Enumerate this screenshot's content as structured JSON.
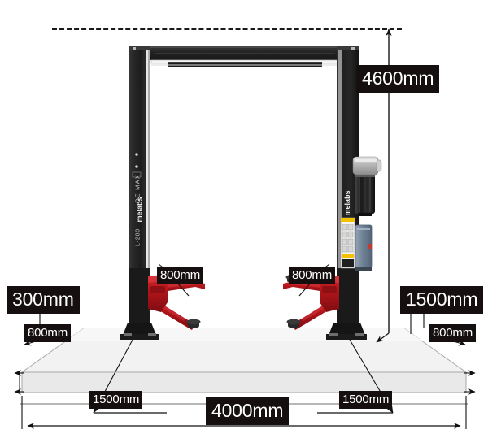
{
  "diagram": {
    "title": "Two-post vehicle lift installation dimension diagram",
    "background_color": "#ffffff",
    "label_background": "#15100f",
    "label_text_color": "#ffffff",
    "line_color": "#1a1a1a",
    "slab_fill": "#efefef",
    "slab_edge": "#9a9a9a",
    "column_color": "#232323",
    "arm_color": "#b4161b"
  },
  "dimensions": {
    "overall_height": {
      "value": "4600mm",
      "name": "overall-height",
      "orientation": "vertical",
      "position": "right of lift, from ceiling line to floor"
    },
    "clearance_left_top": {
      "value": "300mm",
      "name": "left-top-clearance",
      "orientation": "vertical"
    },
    "clearance_right_top": {
      "value": "1500mm",
      "name": "right-top-clearance",
      "orientation": "vertical"
    },
    "arm_left": {
      "value": "800mm",
      "name": "left-arm-reach"
    },
    "arm_right": {
      "value": "800mm",
      "name": "right-arm-reach"
    },
    "slab_left_edge": {
      "value": "800mm",
      "name": "left-slab-edge-distance"
    },
    "slab_right_edge": {
      "value": "800mm",
      "name": "right-slab-edge-distance"
    },
    "slab_bottom_left": {
      "value": "1500mm",
      "name": "bottom-left-span"
    },
    "slab_bottom_right": {
      "value": "1500mm",
      "name": "bottom-right-span"
    },
    "slab_total_width": {
      "value": "4000mm",
      "name": "slab-total-width"
    }
  },
  "equipment": {
    "left_column": {
      "name": "left-post",
      "brand_text": "melabs",
      "model_text": "L-280"
    },
    "right_column": {
      "name": "right-post",
      "brand_text": "melabs"
    },
    "top_crossbar": {
      "name": "overhead-crossbeam"
    },
    "hydraulic_motor": {
      "name": "hydraulic-power-unit"
    },
    "control_box": {
      "name": "control-box"
    },
    "warning_decal": {
      "name": "warning-decal"
    },
    "arms": {
      "name": "swing-arms",
      "count": 4
    }
  }
}
